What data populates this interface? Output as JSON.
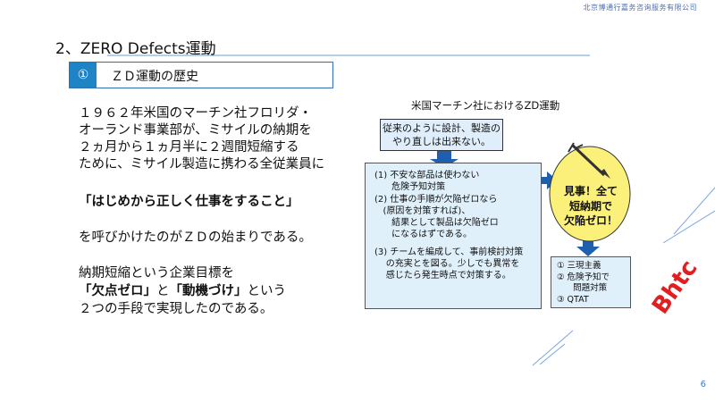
{
  "header": {
    "company": "北京博通行嘉务咨询服务有限公司"
  },
  "slide": {
    "title": "2、ZERO Defects運動",
    "section_number": "①",
    "section_label": "ＺＤ運動の歴史",
    "page_number": "6"
  },
  "body": {
    "para1": [
      "１９６２年米国のマーチン社フロリダ・",
      "オーランド事業部が、ミサイルの納期を",
      "２ヵ月から１ヵ月半に２週間短縮する",
      "ために、ミサイル製造に携わる全従業員に"
    ],
    "quote": "「はじめから正しく仕事をすること」",
    "para2": "を呼びかけたのがＺＤの始まりである。",
    "para3_line1": "納期短縮という企業目標を",
    "para3_line2_a": "「欠点ゼロ」",
    "para3_line2_b": "と",
    "para3_line2_c": "「動機づけ」",
    "para3_line2_d": "という",
    "para3_line3": "２つの手段で実現したのである。"
  },
  "diagram": {
    "title": "米国マーチン社におけるZD運動",
    "top_box": [
      "従来のように設計、製造の",
      "やり直しは出来ない。"
    ],
    "main_box": [
      "(1) 不安な部品は使わない",
      "      危険予知対策",
      "(2) 仕事の手順が欠陥ゼロなら",
      "   (原因を対策すれば)、",
      "      結果として製品は欠陥ゼロ",
      "      になるはずである。",
      "",
      "(3) チームを編成して、事前検討対策",
      "    の充実とを図る。少しでも異常を",
      "    感じたら発生時点で対策する。"
    ],
    "ellipse_text": [
      "見事！全て",
      "短納期で",
      "欠陥ゼロ！"
    ],
    "result_box": [
      "① 三現主義",
      "② 危険予知で",
      "      問題対策",
      "③ QTAT"
    ]
  },
  "logo": {
    "text": "Bhtc"
  },
  "colors": {
    "accent": "#1f84c6",
    "box_fill": "#dff0fb",
    "ellipse_fill": "#fbf07a",
    "logo": "#e02020"
  }
}
